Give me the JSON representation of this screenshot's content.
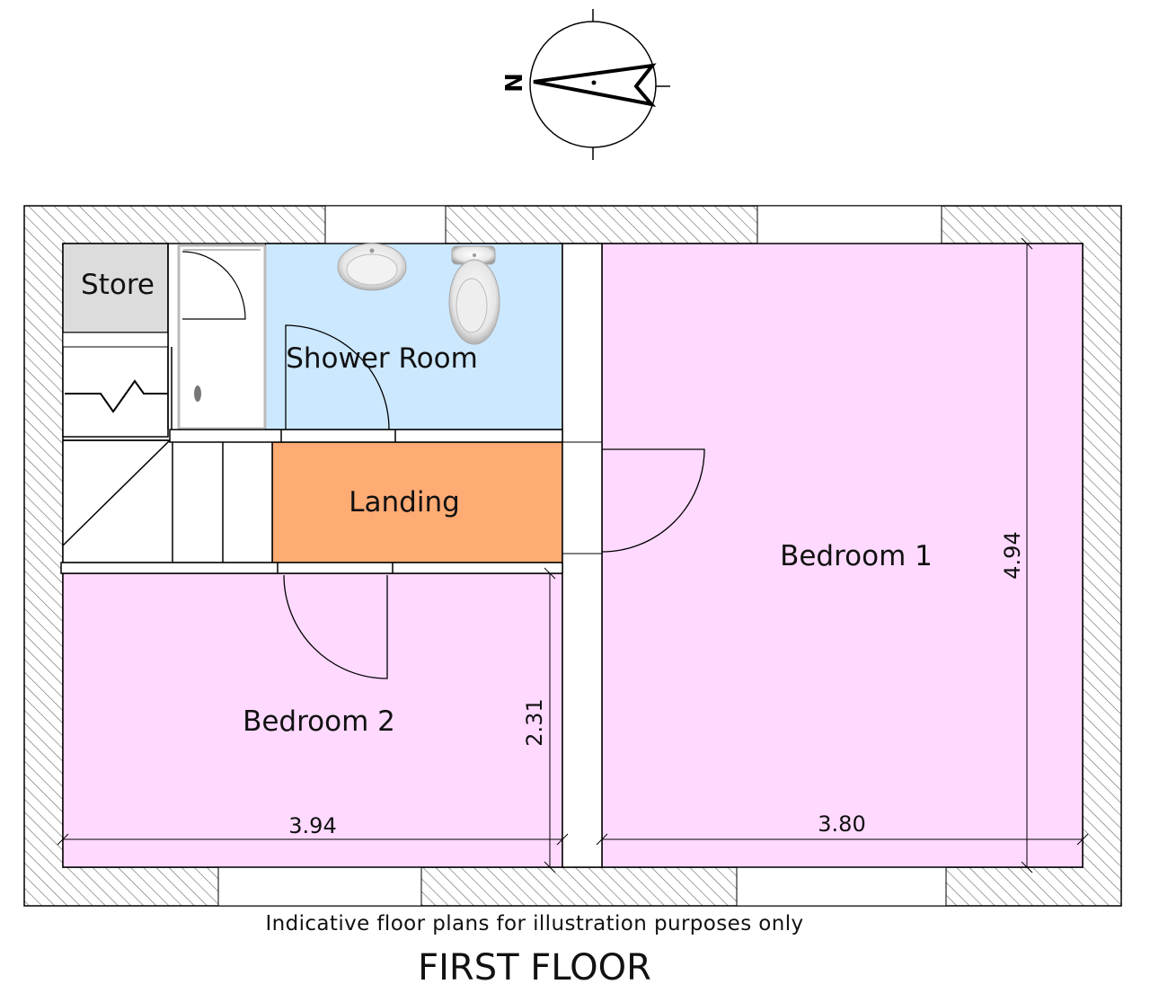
{
  "compass": {
    "letter": "N"
  },
  "rooms": {
    "store": {
      "name": "Store",
      "color": "#dcdcdc"
    },
    "shower_room": {
      "name": "Shower Room",
      "color": "#cce8ff"
    },
    "landing": {
      "name": "Landing",
      "color": "#ffab74"
    },
    "bedroom1": {
      "name": "Bedroom 1",
      "color": "#ffd9ff"
    },
    "bedroom2": {
      "name": "Bedroom 2",
      "color": "#ffd9ff"
    }
  },
  "dimensions": {
    "bedroom1_width": "3.80",
    "bedroom1_depth": "4.94",
    "bedroom2_width": "3.94",
    "bedroom2_depth": "2.31"
  },
  "footer": {
    "disclaimer": "Indicative floor plans for illustration purposes only",
    "floor_title": "FIRST FLOOR"
  }
}
